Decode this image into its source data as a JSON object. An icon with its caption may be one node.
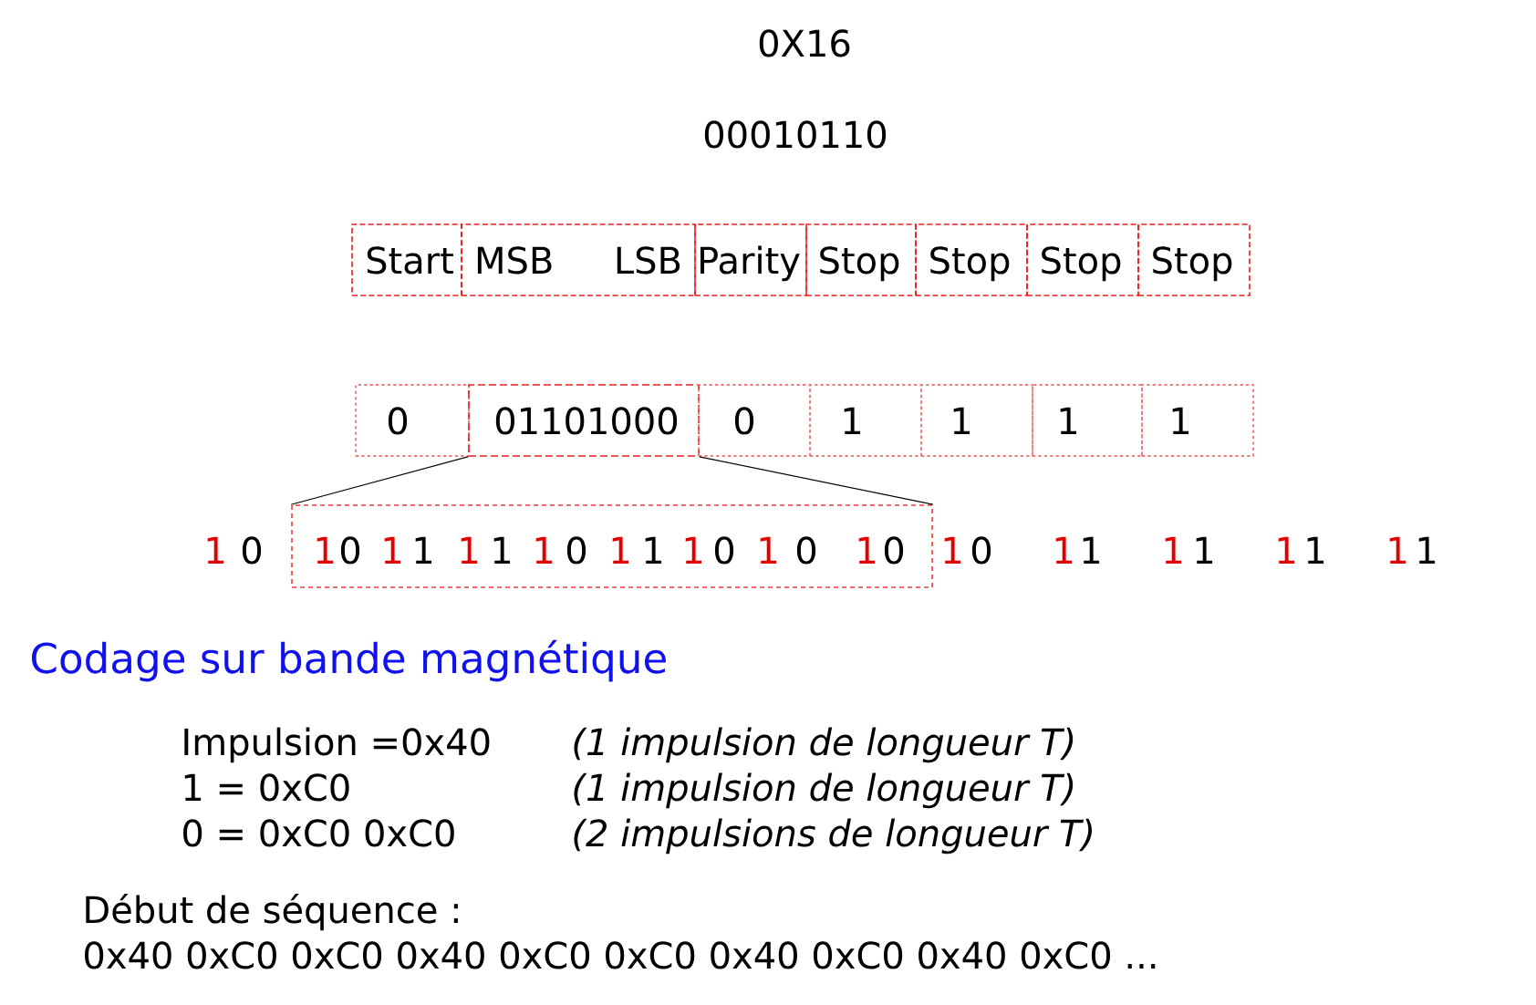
{
  "diagram": {
    "nodes": [
      {
        "text": [
          "Start"
        ]
      },
      {
        "text": [
          "MSB",
          "LSB"
        ]
      },
      {
        "text": [
          "Parity"
        ]
      },
      {
        "text": [
          "Stop"
        ]
      },
      {
        "text": [
          "Stop"
        ]
      },
      {
        "text": [
          "Stop"
        ]
      },
      {
        "text": [
          "Stop"
        ]
      },
      {
        "text": [
          "0"
        ]
      },
      {
        "text": [
          "01101000"
        ]
      },
      {
        "text": [
          "0"
        ]
      },
      {
        "text": [
          "1"
        ]
      },
      {
        "text": [
          "1"
        ]
      },
      {
        "text": [
          "1"
        ]
      },
      {
        "text": [
          "1"
        ]
      },
      {
        "text": [
          "1",
          "0",
          "1",
          "1",
          "1",
          "1",
          "1",
          "0",
          "1",
          "1",
          "1",
          "0",
          "1",
          "0",
          "1",
          "0"
        ]
      }
    ],
    "edges": [
      {
        "from": 8,
        "to": 14,
        "arrow": "none"
      },
      {
        "from": 8,
        "to": 14,
        "arrow": "none"
      }
    ],
    "labels": [
      "0X16",
      "00010110",
      "1",
      "0",
      "1",
      "0",
      "1",
      "1",
      "1",
      "1",
      "1",
      "1",
      "1",
      "1",
      "Codage sur bande magnétique",
      "Impulsion =0x40",
      "(1 impulsion de longueur T)",
      "1 = 0xC0",
      "(1 impulsion de longueur T)",
      "0 = 0xC0 0xC0",
      "(2 impulsions de longueur T)",
      "Début de séquence :",
      "0x40 0xC0 0xC0 0x40 0xC0 0xC0 0x40 0xC0 0x40 0xC0 ..."
    ]
  }
}
